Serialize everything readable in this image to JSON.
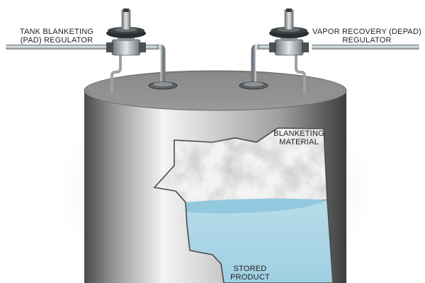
{
  "labels": {
    "pad_regulator": {
      "line1": "TANK BLANKETING",
      "line2": "(PAD) REGULATOR"
    },
    "depad_regulator": {
      "line1": "VAPOR RECOVERY (DEPAD)",
      "line2": "REGULATOR"
    },
    "blanketing_material": {
      "line1": "BLANKETING",
      "line2": "MATERIAL"
    },
    "stored_product": {
      "line1": "STORED",
      "line2": "PRODUCT"
    }
  },
  "colors": {
    "tank_body_light": "#e6e6e6",
    "tank_body_dark": "#555555",
    "tank_top": "#8c8c8c",
    "product_liquid": "#a9d4e4",
    "product_surface": "#8fc4dc",
    "pipe": "#9aa3a8",
    "regulator_dark": "#2b2e30",
    "regulator_metal": "#b7bcbf"
  },
  "icons": {
    "pad_regulator": "pressure-regulator-icon",
    "depad_regulator": "pressure-regulator-icon"
  }
}
